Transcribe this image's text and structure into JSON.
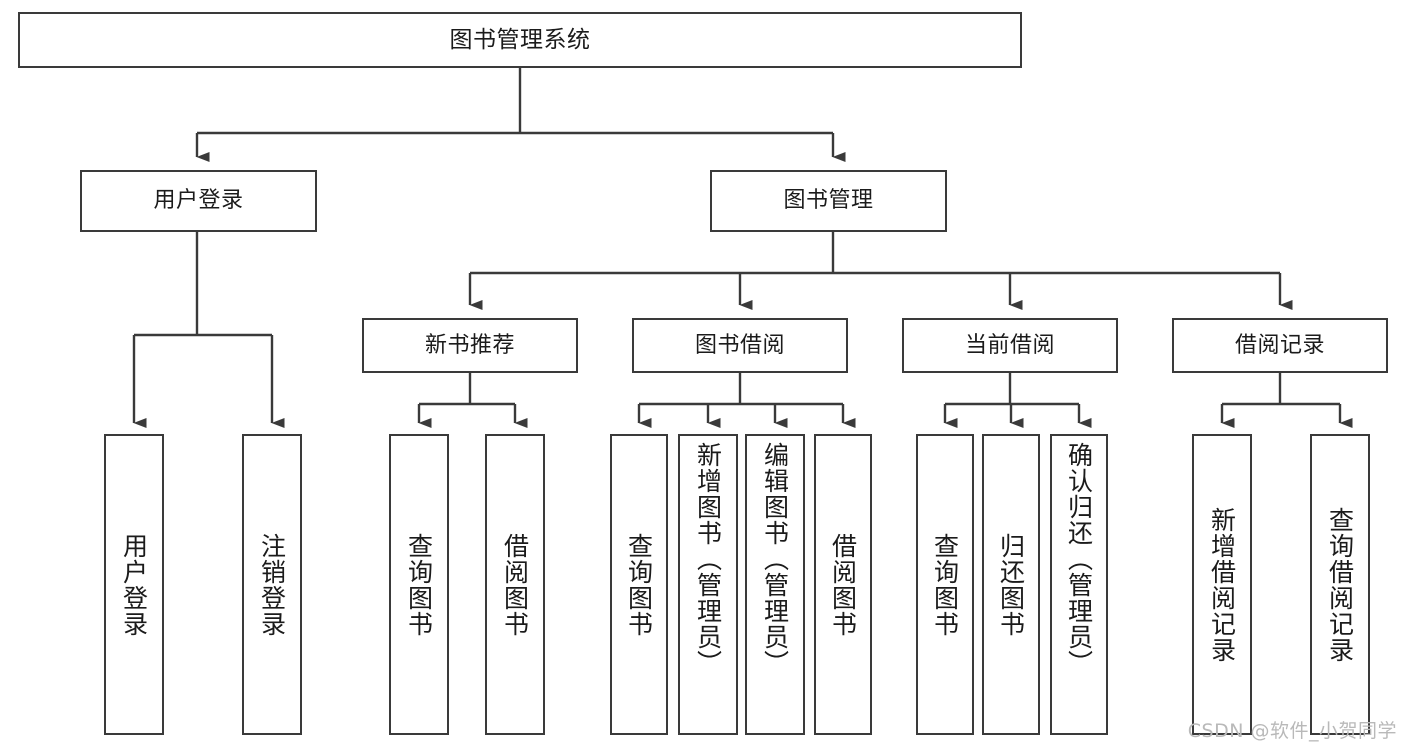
{
  "diagram": {
    "title": "图书管理系统",
    "type": "tree-hierarchy",
    "root": {
      "id": "root",
      "label": "图书管理系统"
    },
    "level2": [
      {
        "id": "user-login",
        "label": "用户登录"
      },
      {
        "id": "book-manage",
        "label": "图书管理"
      }
    ],
    "level3": [
      {
        "id": "new-book-rec",
        "label": "新书推荐",
        "parent": "book-manage"
      },
      {
        "id": "book-borrow",
        "label": "图书借阅",
        "parent": "book-manage"
      },
      {
        "id": "current-borrow",
        "label": "当前借阅",
        "parent": "book-manage"
      },
      {
        "id": "borrow-record",
        "label": "借阅记录",
        "parent": "book-manage"
      }
    ],
    "leaves": [
      {
        "id": "leaf-user-login",
        "label": "用户登录",
        "parent": "user-login"
      },
      {
        "id": "leaf-logout",
        "label": "注销登录",
        "parent": "user-login"
      },
      {
        "id": "leaf-query-book-1",
        "label": "查询图书",
        "parent": "new-book-rec"
      },
      {
        "id": "leaf-borrow-book-1",
        "label": "借阅图书",
        "parent": "new-book-rec"
      },
      {
        "id": "leaf-query-book-2",
        "label": "查询图书",
        "parent": "book-borrow"
      },
      {
        "id": "leaf-add-book",
        "label": "新增图书（管理员）",
        "parent": "book-borrow"
      },
      {
        "id": "leaf-edit-book",
        "label": "编辑图书（管理员）",
        "parent": "book-borrow"
      },
      {
        "id": "leaf-borrow-book-2",
        "label": "借阅图书",
        "parent": "book-borrow"
      },
      {
        "id": "leaf-query-book-3",
        "label": "查询图书",
        "parent": "current-borrow"
      },
      {
        "id": "leaf-return-book",
        "label": "归还图书",
        "parent": "current-borrow"
      },
      {
        "id": "leaf-confirm-return",
        "label": "确认归还（管理员）",
        "parent": "current-borrow"
      },
      {
        "id": "leaf-add-record",
        "label": "新增借阅记录",
        "parent": "borrow-record"
      },
      {
        "id": "leaf-query-record",
        "label": "查询借阅记录",
        "parent": "borrow-record"
      }
    ]
  },
  "watermark": {
    "text": "CSDN @软件_小贺同学"
  },
  "colors": {
    "stroke": "#3a3a3a",
    "fill": "#ffffff",
    "text": "#1b1b1b",
    "watermark": "#b9b9b9"
  }
}
